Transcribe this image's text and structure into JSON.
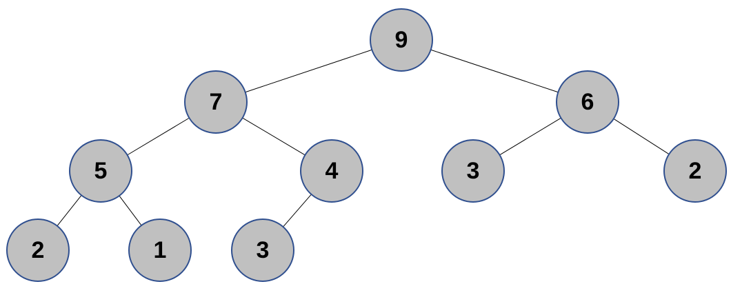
{
  "style": {
    "node_fill": "#c0c0c0",
    "node_stroke": "#2f4f8f",
    "edge_color": "#000000",
    "label_color": "#000000"
  },
  "tree": {
    "nodes": [
      {
        "id": "n0",
        "value": "9"
      },
      {
        "id": "n1",
        "value": "7"
      },
      {
        "id": "n2",
        "value": "6"
      },
      {
        "id": "n3",
        "value": "5"
      },
      {
        "id": "n4",
        "value": "4"
      },
      {
        "id": "n5",
        "value": "3"
      },
      {
        "id": "n6",
        "value": "2"
      },
      {
        "id": "n7",
        "value": "2"
      },
      {
        "id": "n8",
        "value": "1"
      },
      {
        "id": "n9",
        "value": "3"
      }
    ],
    "edges": [
      {
        "from": "n0",
        "to": "n1"
      },
      {
        "from": "n0",
        "to": "n2"
      },
      {
        "from": "n1",
        "to": "n3"
      },
      {
        "from": "n1",
        "to": "n4"
      },
      {
        "from": "n2",
        "to": "n5"
      },
      {
        "from": "n2",
        "to": "n6"
      },
      {
        "from": "n3",
        "to": "n7"
      },
      {
        "from": "n3",
        "to": "n8"
      },
      {
        "from": "n4",
        "to": "n9"
      }
    ]
  }
}
